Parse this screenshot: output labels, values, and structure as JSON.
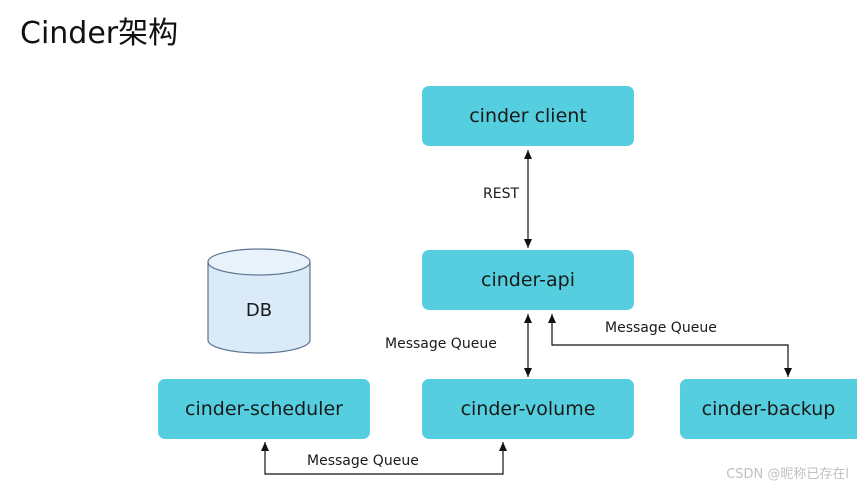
{
  "title": "Cinder架构",
  "nodes": {
    "client": "cinder client",
    "api": "cinder-api",
    "scheduler": "cinder-scheduler",
    "volume": "cinder-volume",
    "backup": "cinder-backup",
    "db": "DB"
  },
  "edges": {
    "client_api": "REST",
    "api_volume": "Message Queue",
    "api_backup": "Message Queue",
    "scheduler_volume": "Message Queue"
  },
  "watermark": "CSDN @昵称已存在l",
  "colors": {
    "node_fill": "#55cfe0",
    "db_fill": "#dbeaf8",
    "db_stroke": "#5a7390",
    "arrow": "#111111"
  }
}
